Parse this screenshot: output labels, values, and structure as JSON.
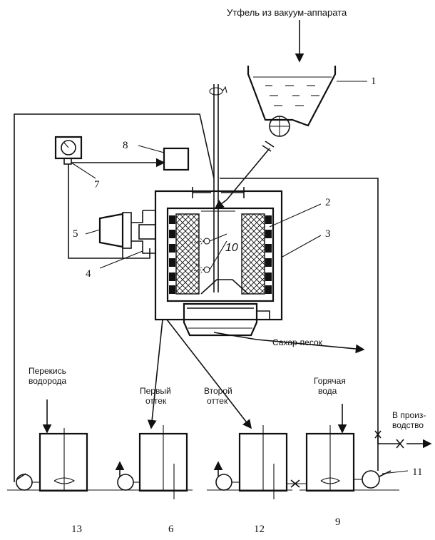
{
  "labels": {
    "top_feed": "Утфель из вакуум-аппарата",
    "sugar_out": "Сахар-песок",
    "peroxide_1": "Перекись",
    "peroxide_2": "водорода",
    "first_1": "Первый",
    "first_2": "оттек",
    "second_1": "Второй",
    "second_2": "оттек",
    "hot_1": "Горячая",
    "hot_2": "вода",
    "prod_1": "В произ-",
    "prod_2": "водство",
    "ann_10": "10"
  },
  "numbers": {
    "n1": "1",
    "n2": "2",
    "n3": "3",
    "n4": "4",
    "n5": "5",
    "n6": "6",
    "n7": "7",
    "n8": "8",
    "n9": "9",
    "n11": "11",
    "n12": "12",
    "n13": "13"
  },
  "colors": {
    "ink": "#111111",
    "background": "#ffffff"
  }
}
